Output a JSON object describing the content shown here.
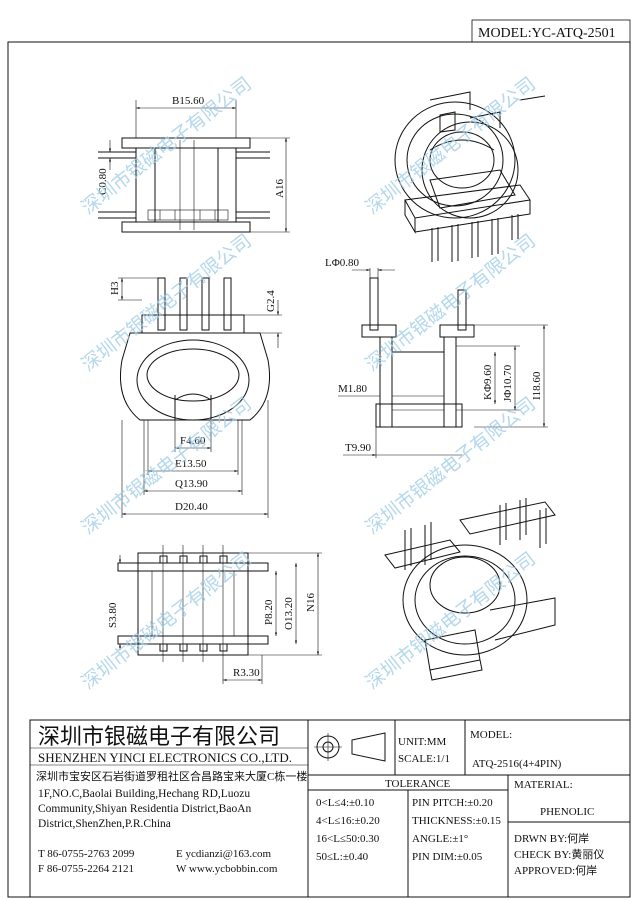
{
  "model_header": "MODEL:YC-ATQ-2501",
  "watermark": "深圳市银磁电子有限公司",
  "dimensions": {
    "b": "B15.60",
    "c": "C0.80",
    "a": "A16",
    "h": "H3",
    "g": "G2.4",
    "f": "F4.60",
    "e": "E13.50",
    "q": "Q13.90",
    "d": "D20.40",
    "l": "LΦ0.80",
    "k": "KΦ9.60",
    "j": "JΦ10.70",
    "i": "I18.60",
    "m": "M1.80",
    "t": "T9.90",
    "s": "S3.80",
    "p": "P8.20",
    "o": "O13.20",
    "n": "N16",
    "r": "R3.30"
  },
  "title_block": {
    "company_cn": "深圳市银磁电子有限公司",
    "company_en": "SHENZHEN YINCI ELECTRONICS CO.,LTD.",
    "address_cn": "深圳市宝安区石岩街道罗租社区合昌路宝来大厦C栋一楼",
    "address_en": [
      "1F,NO.C,Baolai Building,Hechang RD,Luozu",
      "Community,Shiyan Residentia District,BaoAn",
      "District,ShenZhen,P.R.China"
    ],
    "tel": "T 86-0755-2763 2099",
    "fax": "F 86-0755-2264 2121",
    "email": "E ycdianzi@163.com",
    "web": "W www.ycbobbin.com",
    "unit": "UNIT:MM",
    "scale": "SCALE:1/1",
    "model_label": "MODEL:",
    "model_value": "ATQ-2516(4+4PIN)",
    "material_label": "MATERIAL:",
    "material_value": "PHENOLIC",
    "tolerance_title": "TOLERANCE",
    "tol_left": [
      "0<L≤4:±0.10",
      "4<L≤16:±0.20",
      "16<L≤50:0.30",
      "50≤L:±0.40"
    ],
    "tol_right": [
      "PIN PITCH:±0.20",
      "THICKNESS:±0.15",
      "ANGLE:±1°",
      "PIN DIM:±0.05"
    ],
    "drawn": "DRWN BY:何岸",
    "check": "CHECK BY:黄丽仪",
    "approved": "APPROVED:何岸"
  }
}
